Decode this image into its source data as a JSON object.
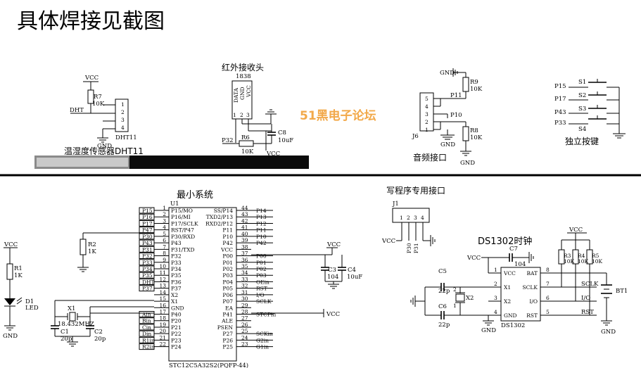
{
  "page_title": "具体焊接见截图",
  "watermark": "51黑电子论坛",
  "colors": {
    "watermark": "#f2a94a",
    "wire": "#000000",
    "paper": "#ffffff"
  },
  "dht": {
    "title": "温湿度传感器DHT11",
    "vcc": "VCC",
    "r_name": "R7",
    "r_value": "10K",
    "net": "DHT",
    "gnd": "GND",
    "part": "DHT11",
    "pins": [
      "1",
      "2",
      "3",
      "4"
    ]
  },
  "ir": {
    "title": "红外接收头",
    "part": "1838",
    "pin_names": [
      "DATA",
      "GND",
      "VCC"
    ],
    "pin_nums": [
      "1",
      "2",
      "3"
    ],
    "net": "P32",
    "r_name": "R6",
    "r_value": "10K",
    "c_name": "C8",
    "c_value": "10uF",
    "vcc": "VCC"
  },
  "audio": {
    "title": "音频接口",
    "jack": "J6",
    "gnd": "GND",
    "r_top_name": "R9",
    "r_top_value": "10K",
    "r_bot_name": "R8",
    "r_bot_value": "10K",
    "net_top": "P11",
    "net_bot": "P10",
    "pins": [
      "5",
      "4",
      "3",
      "2",
      "1"
    ]
  },
  "keys": {
    "title": "独立按键",
    "rows": [
      {
        "net": "P15",
        "sw": "S1"
      },
      {
        "net": "P17",
        "sw": "S2"
      },
      {
        "net": "P43",
        "sw": "S3"
      },
      {
        "net": "P33",
        "sw": "S4"
      }
    ]
  },
  "mcu": {
    "title": "最小系统",
    "ref": "U1",
    "part": "STC12C5A32S2(PQFP-44)",
    "left_pins": [
      {
        "net": "P15",
        "num": "1",
        "name": "P15/MO"
      },
      {
        "net": "P16",
        "num": "2",
        "name": "P16/MI"
      },
      {
        "net": "P17",
        "num": "3",
        "name": "P17/SCLK"
      },
      {
        "net": "P47",
        "num": "4",
        "name": "RST/P47"
      },
      {
        "net": "P30",
        "num": "5",
        "name": "P30/RXD"
      },
      {
        "net": "P43",
        "num": "6",
        "name": "P43"
      },
      {
        "net": "P31",
        "num": "7",
        "name": "P31/TXD"
      },
      {
        "net": "P32",
        "num": "8",
        "name": "P32"
      },
      {
        "net": "P33",
        "num": "9",
        "name": "P33"
      },
      {
        "net": "P34",
        "num": "10",
        "name": "P34"
      },
      {
        "net": "P35",
        "num": "11",
        "name": "P35"
      },
      {
        "net": "DHT",
        "num": "12",
        "name": "P36"
      },
      {
        "net": "P37",
        "num": "13",
        "name": "P37"
      },
      {
        "net": "",
        "num": "14",
        "name": "X2"
      },
      {
        "net": "",
        "num": "15",
        "name": "X1"
      },
      {
        "net": "",
        "num": "16",
        "name": "GND"
      },
      {
        "net": "Ain",
        "num": "17",
        "name": "P40"
      },
      {
        "net": "Bin",
        "num": "18",
        "name": "P20"
      },
      {
        "net": "Cin",
        "num": "19",
        "name": "P21"
      },
      {
        "net": "Din",
        "num": "20",
        "name": "P22"
      },
      {
        "net": "R1in",
        "num": "21",
        "name": "P23"
      },
      {
        "net": "R2in",
        "num": "22",
        "name": "P24"
      }
    ],
    "right_pins": [
      {
        "name": "SS/P14",
        "num": "44",
        "net": "P14"
      },
      {
        "name": "TXD2/P13",
        "num": "43",
        "net": "P13"
      },
      {
        "name": "RXD2/P12",
        "num": "42",
        "net": "P12"
      },
      {
        "name": "P11",
        "num": "41",
        "net": "P11"
      },
      {
        "name": "P10",
        "num": "40",
        "net": "P10"
      },
      {
        "name": "P42",
        "num": "39",
        "net": "P42"
      },
      {
        "name": "VCC",
        "num": "38",
        "net": ""
      },
      {
        "name": "P00",
        "num": "37",
        "net": "P00"
      },
      {
        "name": "P01",
        "num": "36",
        "net": "P01"
      },
      {
        "name": "P02",
        "num": "35",
        "net": "P02"
      },
      {
        "name": "P03",
        "num": "34",
        "net": "P03"
      },
      {
        "name": "P04",
        "num": "33",
        "net": "OEin"
      },
      {
        "name": "P05",
        "num": "32",
        "net": "RST"
      },
      {
        "name": "P06",
        "num": "31",
        "net": "I/O"
      },
      {
        "name": "P07",
        "num": "30",
        "net": "SCLK"
      },
      {
        "name": "EA",
        "num": "29",
        "net": ""
      },
      {
        "name": "P41",
        "num": "28",
        "net": "STCPin"
      },
      {
        "name": "ALE",
        "num": "27",
        "net": ""
      },
      {
        "name": "PSEN",
        "num": "26",
        "net": ""
      },
      {
        "name": "P27",
        "num": "25",
        "net": "SCKin"
      },
      {
        "name": "P26",
        "num": "24",
        "net": "G2in"
      },
      {
        "name": "P25",
        "num": "23",
        "net": "G1in"
      }
    ],
    "vcc": "VCC",
    "c3_name": "C3",
    "c3_value": "104",
    "c4_name": "C4",
    "c4_value": "10uF",
    "r2_name": "R2",
    "r2_value": "1K",
    "x1_name": "X1",
    "x1_value": "18.432MHZ",
    "c1_name": "C1",
    "c1_value": "20p",
    "c2_name": "C2",
    "c2_value": "20p"
  },
  "led": {
    "vcc": "VCC",
    "r_name": "R1",
    "r_value": "1K",
    "d_name": "D1",
    "d_value": "LED",
    "gnd": "GND"
  },
  "prog": {
    "title": "写程序专用接口",
    "ref": "J1",
    "vcc": "VCC",
    "nets": [
      "P30",
      "P31"
    ],
    "pins": [
      "1",
      "2",
      "3",
      "4"
    ]
  },
  "ds1302": {
    "title": "DS1302时钟",
    "part": "DS1302",
    "pins_left": [
      {
        "num": "1",
        "name": "VCC"
      },
      {
        "num": "2",
        "name": "X1"
      },
      {
        "num": "3",
        "name": "X2"
      },
      {
        "num": "4",
        "name": "GND"
      }
    ],
    "pins_right": [
      {
        "num": "8",
        "name": "BAT"
      },
      {
        "num": "7",
        "name": "SCLK"
      },
      {
        "num": "6",
        "name": "I/O"
      },
      {
        "num": "5",
        "name": "RST"
      }
    ],
    "vcc": "VCC",
    "gnd": "GND",
    "c7_name": "C7",
    "c7_value": "104",
    "c5_name": "C5",
    "c5_value": "22p",
    "c6_name": "C6",
    "c6_value": "22p",
    "x2_name": "X2",
    "r3_name": "R3",
    "r3_value": "10K",
    "r4_name": "R4",
    "r4_value": "10K",
    "r5_name": "R5",
    "r5_value": "10K",
    "nets": [
      "SCLK",
      "I/O",
      "RST"
    ],
    "bt_name": "BT1"
  }
}
